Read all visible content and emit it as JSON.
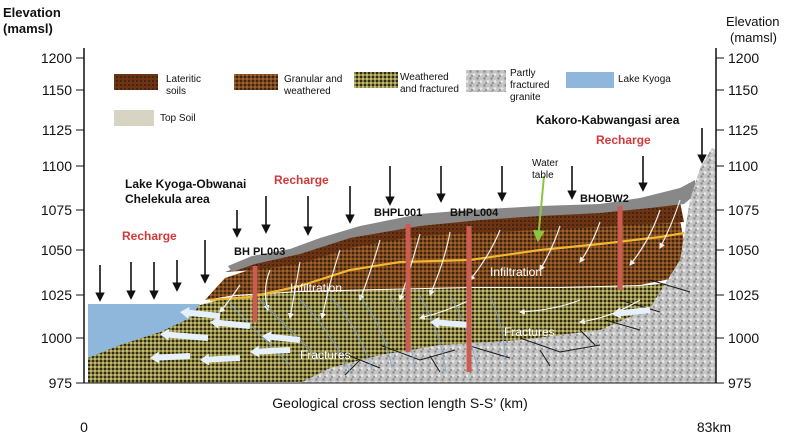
{
  "axes": {
    "left_title_line1": "Elevation",
    "left_title_line2": "(mamsl)",
    "right_title_line1": "Elevation",
    "right_title_line2": "(mamsl)",
    "elevation_ticks": [
      {
        "value": 1200,
        "label": "1200"
      },
      {
        "value": 1150,
        "label": "1150"
      },
      {
        "value": 1125,
        "label": "1125"
      },
      {
        "value": 1100,
        "label": "1100"
      },
      {
        "value": 1075,
        "label": "1075"
      },
      {
        "value": 1050,
        "label": "1050"
      },
      {
        "value": 1025,
        "label": "1025"
      },
      {
        "value": 1000,
        "label": "1000"
      },
      {
        "value": 975,
        "label": "975"
      }
    ],
    "x_title": "Geological cross section length S-S’ (km)",
    "x_start_label": "0",
    "x_end_label": "83km"
  },
  "legend": [
    {
      "key": "lateritic",
      "line1": "Lateritic",
      "line2": "soils"
    },
    {
      "key": "granular",
      "line1": "Granular and",
      "line2": "weathered"
    },
    {
      "key": "weathered",
      "line1": "Weathered",
      "line2": "and fractured"
    },
    {
      "key": "granite",
      "line1": "Partly",
      "line2": "fractured",
      "line3": "granite"
    },
    {
      "key": "lake",
      "line1": "Lake Kyoga"
    },
    {
      "key": "topsoil",
      "line1": "Top Soil"
    }
  ],
  "areas": {
    "west_line1": "Lake Kyoga-Obwanai",
    "west_line2": "Chelekula area",
    "east": "Kakoro-Kabwangasi area"
  },
  "recharge_labels": [
    "Recharge",
    "Recharge",
    "Recharge"
  ],
  "boreholes": [
    "BH PL003",
    "BHPL001",
    "BHPL004",
    "BHOBW2"
  ],
  "water_table_line1": "Water",
  "water_table_line2": "table",
  "process_labels": {
    "infiltration": [
      "Infiltration",
      "Infiltration"
    ],
    "fractures": [
      "Fractures",
      "Fractures"
    ]
  },
  "colors": {
    "lateritic": "#6b3515",
    "granular": "#7a4a1e",
    "weathered": "#8a8448",
    "granite": "#b7b7b7",
    "lake": "#8fb7dc",
    "topsoil": "#8a8a8a",
    "recharge_text": "#d23a3a",
    "borehole": "#cc5c52",
    "water_table": "#f2b630"
  }
}
